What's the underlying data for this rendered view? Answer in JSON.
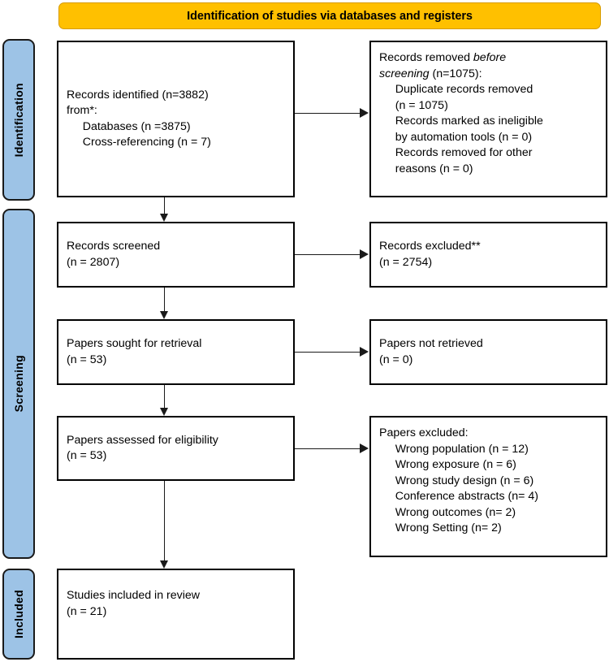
{
  "diagram": {
    "title": "PRISMA flow diagram",
    "colors": {
      "banner_fill": "#FFC000",
      "rail_fill": "#9DC3E6",
      "box_border": "#000000",
      "connector": "#1a1a1a"
    },
    "banner": {
      "label": "Identification of studies via databases and registers"
    },
    "rails": [
      {
        "key": "identification",
        "label": "Identification"
      },
      {
        "key": "screening",
        "label": "Screening"
      },
      {
        "key": "included",
        "label": "Included"
      }
    ],
    "boxes": {
      "records_identified": {
        "lines": [
          "Records identified (n=3882)",
          "from*:",
          "     Databases (n =3875)",
          "     Cross-referencing (n = 7)"
        ]
      },
      "records_removed": {
        "lead_plain": "Records removed ",
        "lead_italic": "before",
        "lead_italic2": "screening",
        "lead_after": " (n=1075):",
        "lines": [
          "     Duplicate records removed",
          "     (n = 1075)",
          "     Records marked as ineligible",
          "     by automation tools (n = 0)",
          "     Records removed for other",
          "     reasons (n = 0)"
        ]
      },
      "records_screened": {
        "lines": [
          "Records screened",
          "(n = 2807)"
        ]
      },
      "records_excluded": {
        "lines": [
          "Records excluded**",
          "(n = 2754)"
        ]
      },
      "papers_sought": {
        "lines": [
          "Papers sought for retrieval",
          "(n = 53)"
        ]
      },
      "papers_not_retrieved": {
        "lines": [
          "Papers not retrieved",
          "(n = 0)"
        ]
      },
      "papers_assessed": {
        "lines": [
          "Papers assessed for eligibility",
          "(n = 53)"
        ]
      },
      "papers_excluded": {
        "lines": [
          "Papers excluded:",
          "     Wrong population (n = 12)",
          "     Wrong exposure (n = 6)",
          "     Wrong study design (n = 6)",
          "     Conference abstracts (n= 4)",
          "     Wrong outcomes (n= 2)",
          "     Wrong Setting (n= 2)"
        ]
      },
      "studies_included": {
        "lines": [
          "Studies included in review",
          "(n = 21)"
        ]
      }
    },
    "counts": {
      "identified_total": 3882,
      "identified_databases": 3875,
      "identified_cross_referencing": 7,
      "removed_before_screening": 1075,
      "duplicates_removed": 1075,
      "marked_ineligible_automation": 0,
      "removed_other_reasons": 0,
      "screened": 2807,
      "excluded_at_screening": 2754,
      "sought_for_retrieval": 53,
      "not_retrieved": 0,
      "assessed_for_eligibility": 53,
      "excluded_wrong_population": 12,
      "excluded_wrong_exposure": 6,
      "excluded_wrong_study_design": 6,
      "excluded_conference_abstracts": 4,
      "excluded_wrong_outcomes": 2,
      "excluded_wrong_setting": 2,
      "included_in_review": 21
    }
  }
}
